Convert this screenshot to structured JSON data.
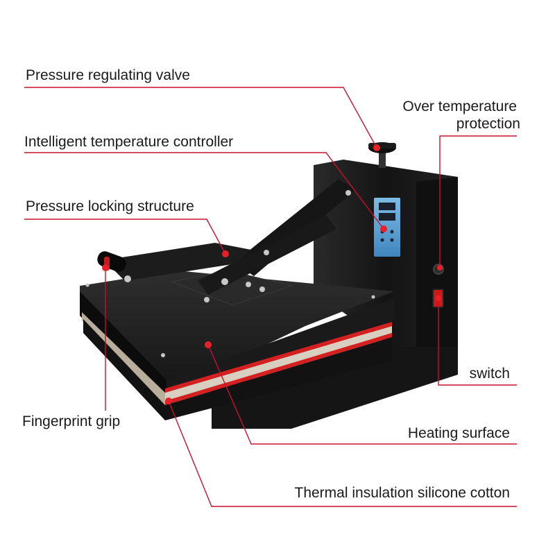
{
  "labels": {
    "pressure_valve": "Pressure regulating valve",
    "temp_controller": "Intelligent temperature controller",
    "locking_structure": "Pressure locking structure",
    "fingerprint_grip": "Fingerprint grip",
    "over_temp_line1": "Over temperature",
    "over_temp_line2": "protection",
    "switch": "switch",
    "heating_surface": "Heating surface",
    "insulation": "Thermal insulation silicone cotton"
  },
  "colors": {
    "callout_line": "#c8102e",
    "callout_dot": "#e8202a",
    "machine_body": "#1c1c1c",
    "silicone_layer": "#d8cfc0",
    "heat_stripe": "#d42020",
    "display_panel": "#5fa8d8"
  }
}
